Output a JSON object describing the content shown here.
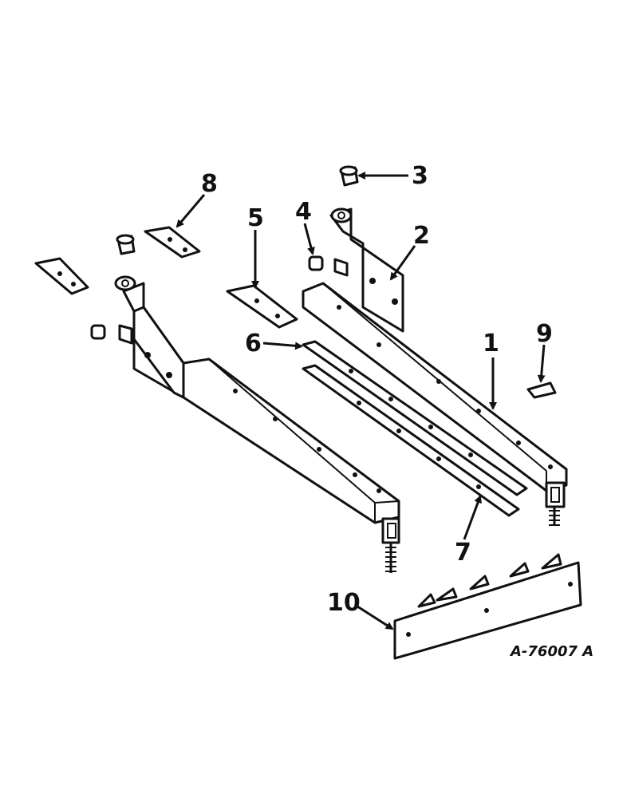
{
  "callouts": {
    "c1": "1",
    "c2": "2",
    "c3": "3",
    "c4": "4",
    "c5": "5",
    "c6": "6",
    "c7": "7",
    "c8": "8",
    "c9": "9",
    "c10": "10"
  },
  "drawing_number": "A-76007 A"
}
